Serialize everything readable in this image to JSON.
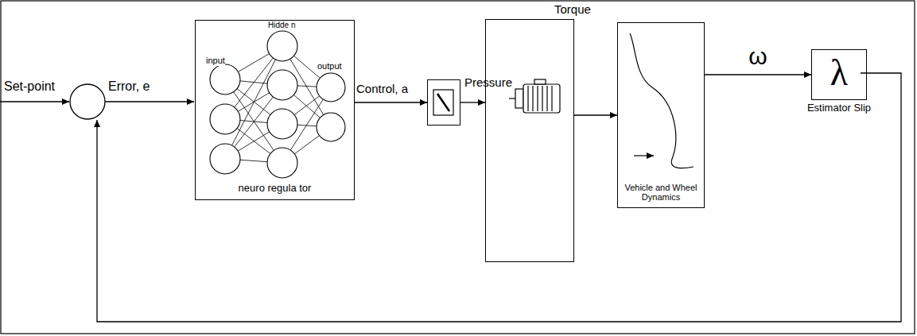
{
  "diagram": {
    "nodes": [
      {
        "text": [
          "neuro regula tor"
        ]
      },
      {
        "text": [
          "Pressure"
        ]
      },
      {
        "text": [
          "Torque"
        ]
      },
      {
        "text": [
          "Vehicle and Wheel Dynamics"
        ]
      },
      {
        "text": [
          "λ",
          "Estimator Slip"
        ]
      }
    ],
    "edges": [
      {
        "from": 0,
        "to": 1,
        "arrow": "to",
        "label": "Control, a"
      },
      {
        "from": 1,
        "to": 2,
        "arrow": "to"
      },
      {
        "from": 2,
        "to": 3,
        "arrow": "to"
      },
      {
        "from": 3,
        "to": 4,
        "arrow": "to",
        "label": "ω"
      }
    ],
    "labels": [
      "Set-point",
      "Error, e",
      "input",
      "Hidde n",
      "output"
    ]
  }
}
